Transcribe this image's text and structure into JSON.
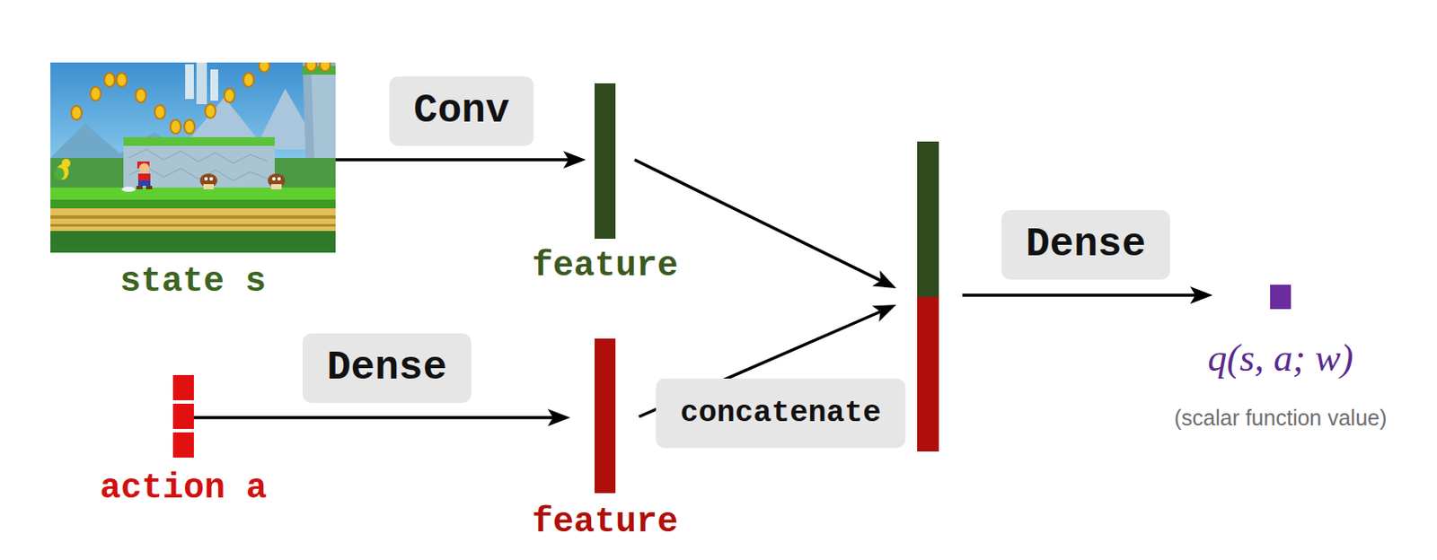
{
  "diagram": {
    "nodes": [
      {
        "text": [
          "state s"
        ]
      },
      {
        "text": [
          "feature"
        ]
      },
      {
        "text": [
          "action a"
        ]
      },
      {
        "text": [
          "feature"
        ]
      },
      {
        "text": []
      },
      {
        "text": [
          "q(s, a; w)",
          "(scalar function value)"
        ]
      }
    ],
    "edges": [
      {
        "from": 0,
        "to": 1,
        "arrow": "to",
        "label": "Conv"
      },
      {
        "from": 2,
        "to": 3,
        "arrow": "to",
        "label": "Dense"
      },
      {
        "from": 1,
        "to": 4,
        "arrow": "to"
      },
      {
        "from": 3,
        "to": 4,
        "arrow": "to",
        "label": "concatenate"
      },
      {
        "from": 4,
        "to": 5,
        "arrow": "to",
        "label": "Dense"
      }
    ]
  }
}
